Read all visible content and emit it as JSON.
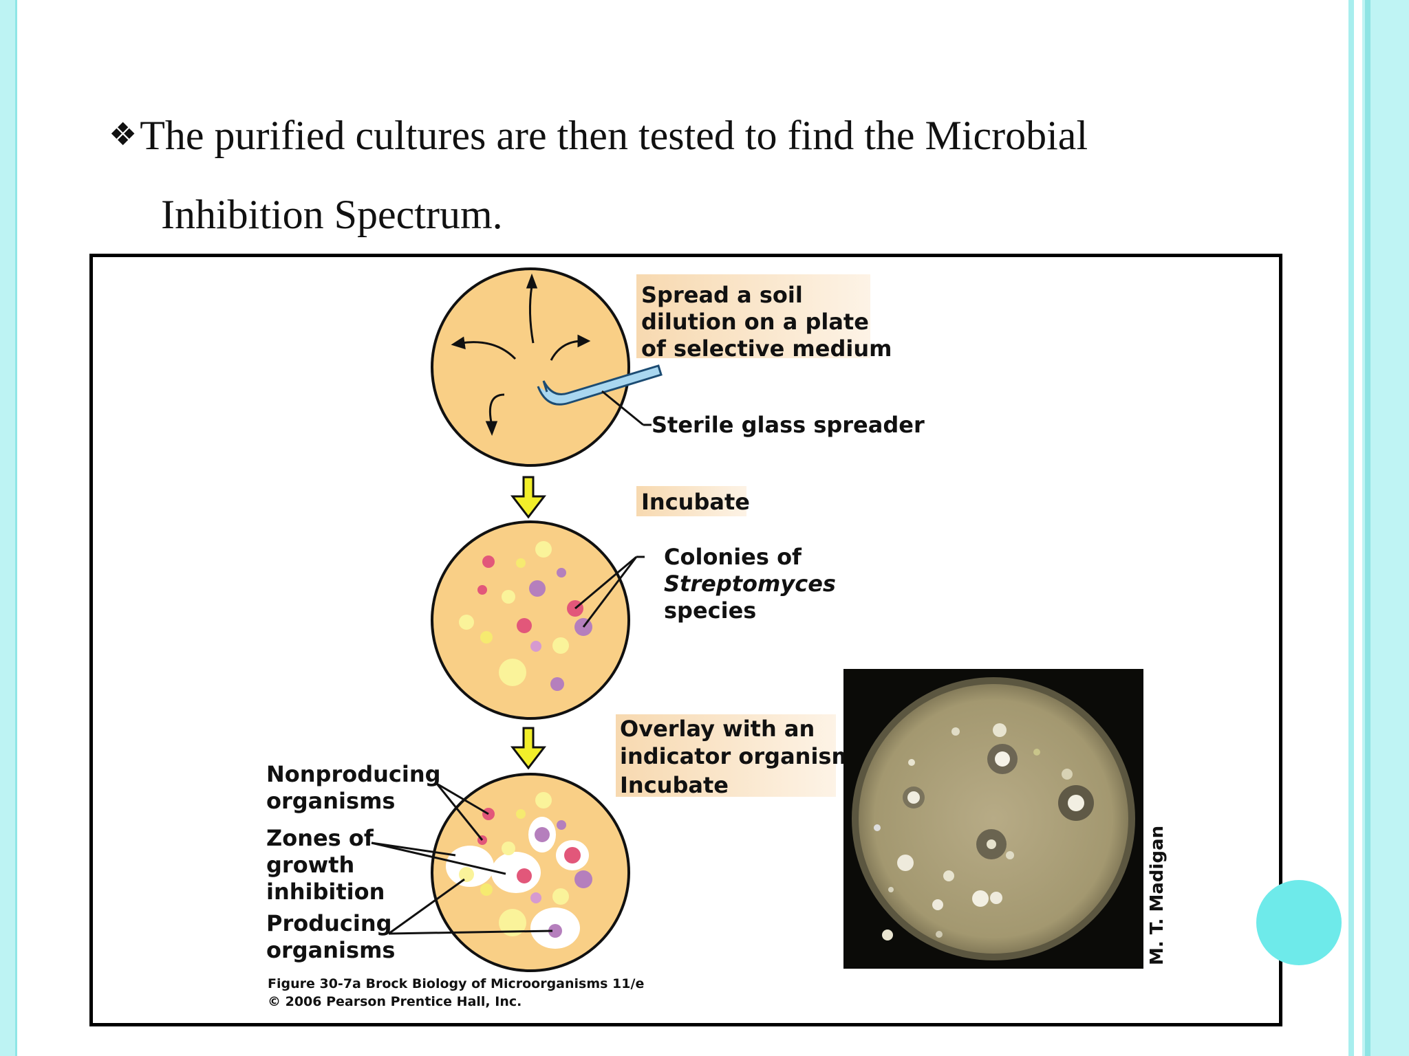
{
  "slide": {
    "bullet_line1": "The purified cultures are then tested to find the Microbial",
    "bullet_line2": "Inhibition Spectrum.",
    "bullet_icon": "four-diamond-bullet-icon"
  },
  "figure": {
    "step1_line1": "Spread a soil",
    "step1_line2": "dilution on a plate",
    "step1_line3": "of selective medium",
    "spreader_label": "Sterile glass spreader",
    "incubate_label": "Incubate",
    "colonies_line1": "Colonies of",
    "colonies_line2": "Streptomyces",
    "colonies_line3": "species",
    "overlay_line1": "Overlay with an",
    "overlay_line2": "indicator organism",
    "overlay_line3": "Incubate",
    "nonproducing_line1": "Nonproducing",
    "nonproducing_line2": "organisms",
    "zones_line1": "Zones of",
    "zones_line2": "growth",
    "zones_line3": "inhibition",
    "producing_line1": "Producing",
    "producing_line2": "organisms",
    "caption_line1": "Figure 30-7a  Brock Biology of Microorganisms 11/e",
    "caption_line2": "© 2006 Pearson Prentice Hall, Inc.",
    "photo_credit": "M. T. Madigan"
  },
  "colors": {
    "plate_fill": "#f9cf86",
    "label_bg": "#f7e3c8",
    "arrow_yellow": "#f2ef2a",
    "spreader_blue": "#a9d7f0",
    "accent_cyan": "#6eeaea"
  }
}
